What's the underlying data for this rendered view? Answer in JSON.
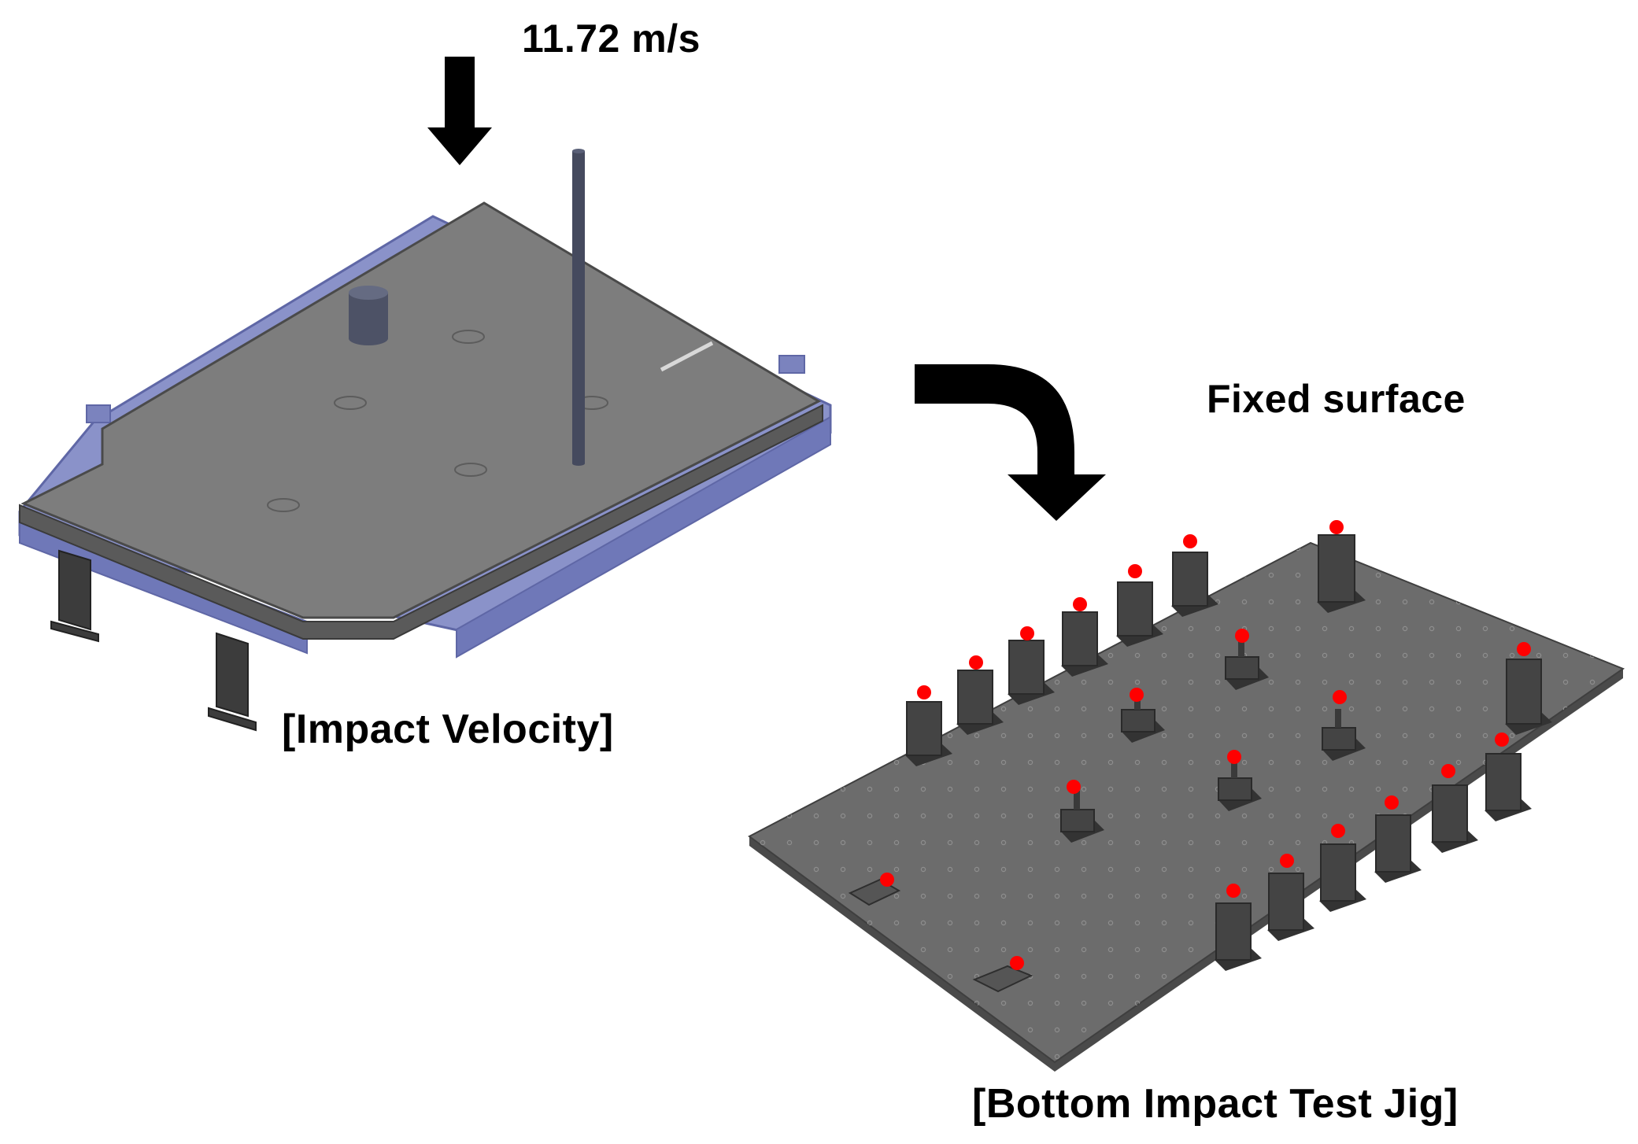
{
  "labels": {
    "velocity": "11.72 m/s",
    "fixed_surface": "Fixed surface",
    "impact_caption": "[Impact Velocity]",
    "jig_caption": "[Bottom Impact Test Jig]"
  },
  "colors": {
    "plate_top": "#7d7d7d",
    "plate_edge": "#595959",
    "frame_blue": "#8a92c9",
    "frame_blue_dark": "#5f67a6",
    "pole": "#454a5e",
    "arrow": "#000000",
    "jig_plate": "#6c6c6c",
    "pillar": "#444444",
    "sensor_dot": "#ff0000"
  },
  "icons": {
    "velocity_arrow": "arrow-down-icon",
    "transition_arrow": "curved-arrow-icon"
  }
}
